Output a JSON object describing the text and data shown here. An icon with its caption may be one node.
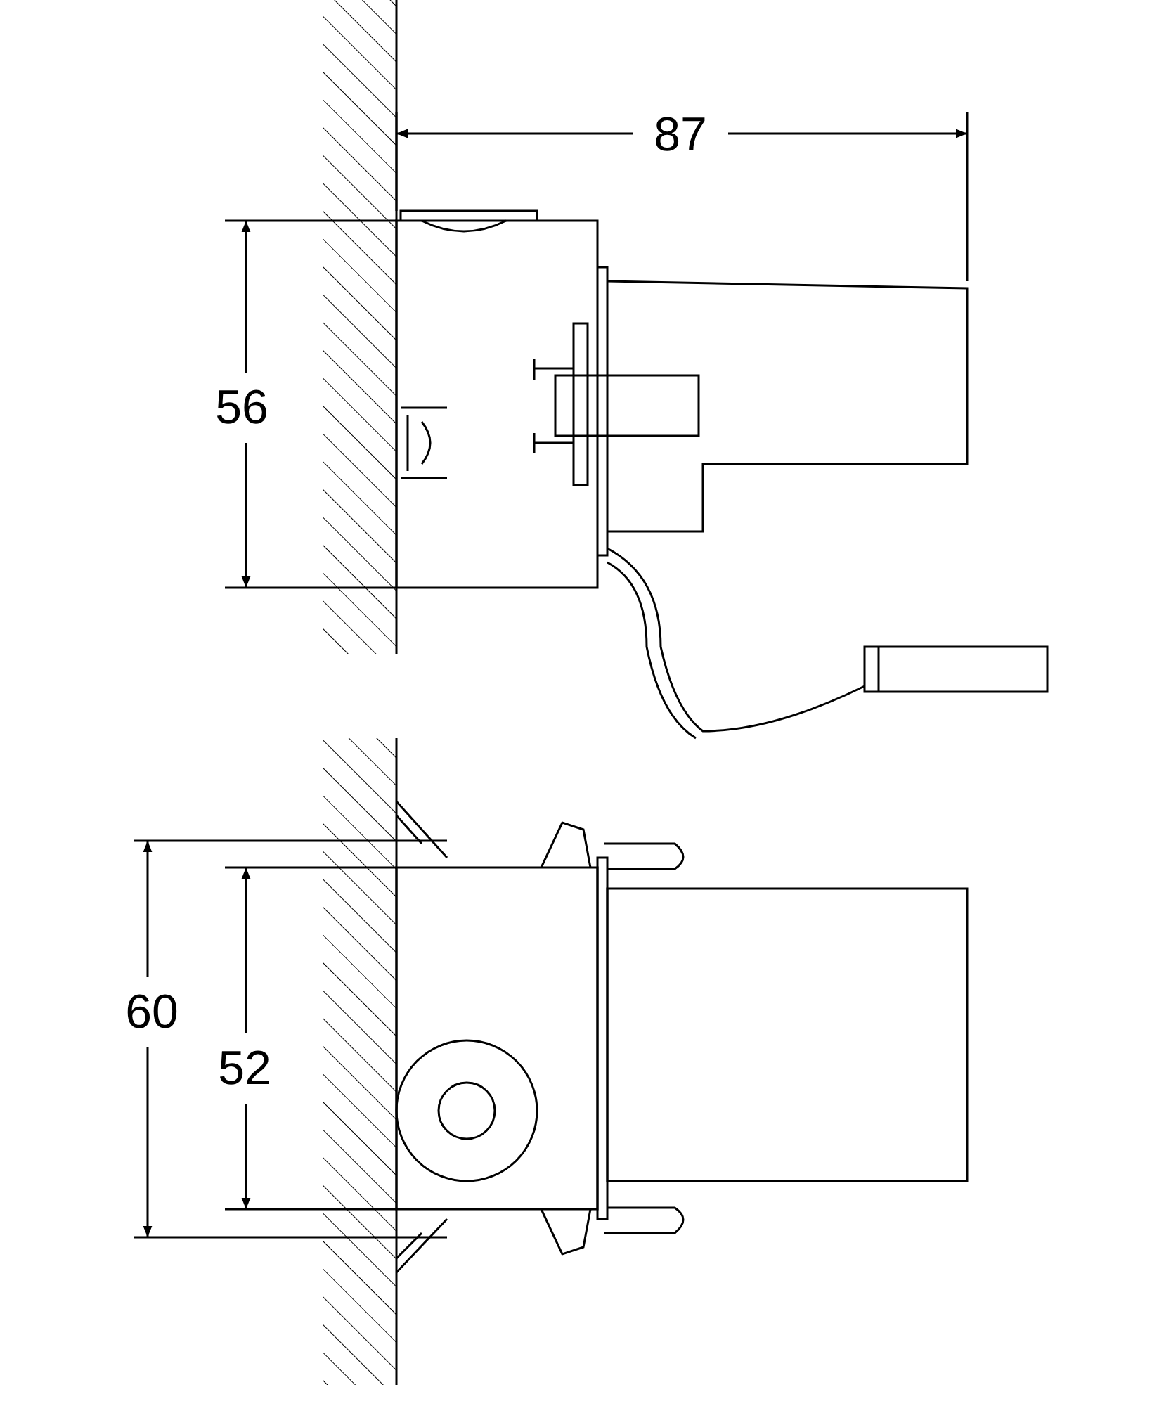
{
  "diagram": {
    "labels": [
      "87",
      "56",
      "60",
      "52"
    ]
  }
}
